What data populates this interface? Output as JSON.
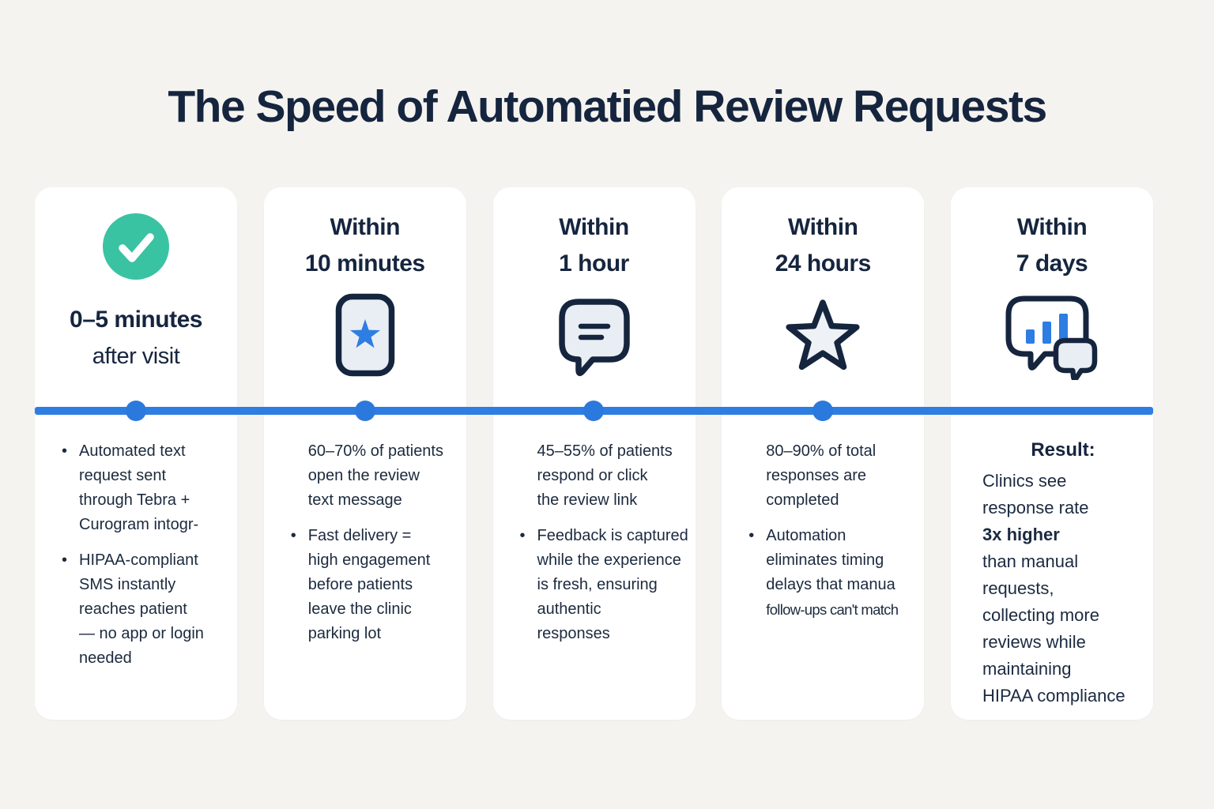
{
  "title": "The Speed of Automatied Review Requests",
  "glyphs": {
    "bullet": "•"
  },
  "colors": {
    "page_bg": "#f5f3f0",
    "card_bg": "#ffffff",
    "navy": "#16253e",
    "accent_blue": "#2e7de2",
    "teal": "#3ac3a2",
    "icon_fill": "#e9eef5"
  },
  "timeline": {
    "dot_count": 4,
    "note": "blue line spans all five cards; dots under cards 1-4 only"
  },
  "cards": [
    {
      "icon": "check-circle-icon",
      "heading_line1": "0–5 minutes",
      "heading_line2": "after visit",
      "items": [
        {
          "bullet": true,
          "text": "Automated text\nrequest sent\nthrough Tebra +\nCurogram intogr-"
        },
        {
          "bullet": true,
          "text": "HIPAA-compliant\nSMS instantly\nreaches patient\n— no app or login\nneeded"
        }
      ]
    },
    {
      "icon": "phone-review-icon",
      "heading_line1": "Within",
      "heading_line2": "10 minutes",
      "items": [
        {
          "bullet": false,
          "text": "60–70% of patients\nopen the review\ntext message"
        },
        {
          "bullet": true,
          "text": "Fast delivery =\nhigh engagement\nbefore patients\nleave the clinic\nparking lot"
        }
      ]
    },
    {
      "icon": "chat-bubble-icon",
      "heading_line1": "Within",
      "heading_line2": "1 hour",
      "items": [
        {
          "bullet": false,
          "text": "45–55% of patients\nrespond or click\nthe review link"
        },
        {
          "bullet": true,
          "text": "Feedback is captured\nwhile the experience\nis fresh, ensuring\nauthentic\nresponses"
        }
      ]
    },
    {
      "icon": "star-icon",
      "heading_line1": "Within",
      "heading_line2": "24 hours",
      "items": [
        {
          "bullet": false,
          "text": "80–90% of total\nresponses are\ncompleted"
        },
        {
          "bullet": true,
          "text": "Automation\neliminates timing\ndelays that manua\n",
          "text_condensed": "follow-ups can't match"
        }
      ]
    },
    {
      "icon": "chat-chart-icon",
      "heading_line1": "Within",
      "heading_line2": "7 days",
      "result": {
        "label": "Result:",
        "text_before": "Clinics see\nresponse rate\n",
        "text_bold": "3x higher",
        "text_after": "\nthan manual\nrequests,\ncollecting more\nreviews while\nmaintaining\nHIPAA compliance"
      }
    }
  ]
}
